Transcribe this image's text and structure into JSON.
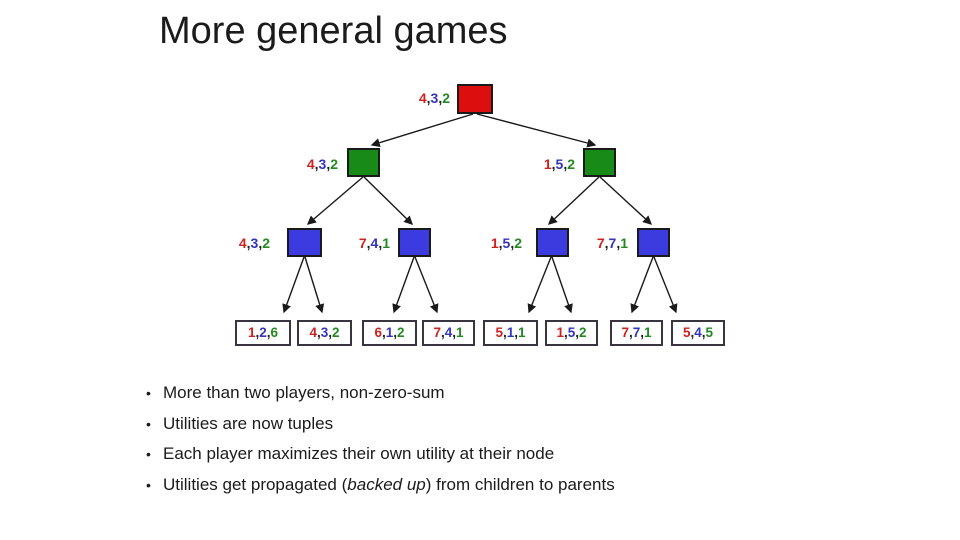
{
  "slide": {
    "title": "More general games",
    "bullet_marker": "•",
    "bullets": [
      {
        "text": "More than two players, non-zero-sum"
      },
      {
        "text": "Utilities are now tuples"
      },
      {
        "text": "Each player maximizes their own utility at their node"
      },
      {
        "prefix": "Utilities get propagated (",
        "italic": "backed up",
        "suffix": ") from children to parents"
      }
    ]
  },
  "colors": {
    "players": [
      "#cc2222",
      "#3333bb",
      "#228822"
    ],
    "comma": "#222222",
    "node_red": "#dd0e0e",
    "node_green": "#178a17",
    "node_blue": "#3b3be0",
    "edge": "#1a1a1a"
  },
  "tree": {
    "separator": ",",
    "root": {
      "label": [
        "4",
        "3",
        "2"
      ]
    },
    "level2": [
      {
        "label": [
          "4",
          "3",
          "2"
        ]
      },
      {
        "label": [
          "1",
          "5",
          "2"
        ]
      }
    ],
    "level3": [
      {
        "label": [
          "4",
          "3",
          "2"
        ]
      },
      {
        "label": [
          "7",
          "4",
          "1"
        ]
      },
      {
        "label": [
          "1",
          "5",
          "2"
        ]
      },
      {
        "label": [
          "7",
          "7",
          "1"
        ]
      }
    ],
    "leaves": [
      {
        "label": [
          "1",
          "2",
          "6"
        ]
      },
      {
        "label": [
          "4",
          "3",
          "2"
        ]
      },
      {
        "label": [
          "6",
          "1",
          "2"
        ]
      },
      {
        "label": [
          "7",
          "4",
          "1"
        ]
      },
      {
        "label": [
          "5",
          "1",
          "1"
        ]
      },
      {
        "label": [
          "1",
          "5",
          "2"
        ]
      },
      {
        "label": [
          "7",
          "7",
          "1"
        ]
      },
      {
        "label": [
          "5",
          "4",
          "5"
        ]
      }
    ]
  }
}
